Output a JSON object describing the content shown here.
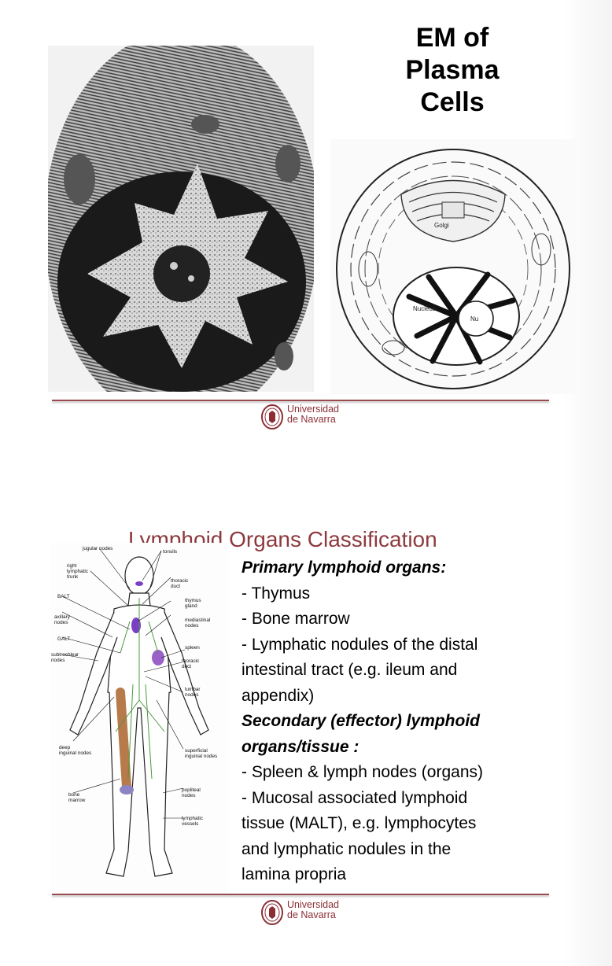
{
  "slide1": {
    "title_lines": [
      "EM of",
      "Plasma",
      "Cells"
    ],
    "drawing_labels": {
      "golgi": "Golgi",
      "nucleus": "Nucleus",
      "nucleolus": "Nu"
    },
    "logo": {
      "line1": "Universidad",
      "line2": "de Navarra"
    }
  },
  "slide2": {
    "title": "Lymphoid Organs Classification",
    "diagram_labels": {
      "jugular": "jugular nodes",
      "tonsils": "tonsils",
      "right_trunk_1": "right",
      "right_trunk_2": "lymphatic",
      "right_trunk_3": "trunk",
      "thoracic_duct_1": "thoracic",
      "thoracic_duct_2": "duct",
      "balt": "BALT",
      "thymus_1": "thymus",
      "thymus_2": "gland",
      "axillary_1": "axillary",
      "axillary_2": "nodes",
      "mediastinal_1": "mediastinal",
      "mediastinal_2": "nodes",
      "galt": "GALT",
      "spleen": "spleen",
      "subtrochlear_1": "subtrochlear",
      "subtrochlear_2": "nodes",
      "thoracic_duct2_1": "thoracic",
      "thoracic_duct2_2": "duct",
      "lumbar_1": "lumbar",
      "lumbar_2": "nodes",
      "deep_1": "deep",
      "deep_2": "inguinal nodes",
      "superficial_1": "superficial",
      "superficial_2": "inguinal nodes",
      "bone_1": "bone",
      "bone_2": "marrow",
      "popliteal_1": "popliteal",
      "popliteal_2": "nodes",
      "lymphatic_1": "lymphatic",
      "lymphatic_2": "vessels"
    },
    "lines": [
      {
        "text": "Primary lymphoid organs:",
        "style": "heading"
      },
      {
        "text": "- Thymus",
        "style": "normal"
      },
      {
        "text": "- Bone marrow",
        "style": "normal"
      },
      {
        "text": "- Lymphatic nodules of the distal",
        "style": "normal"
      },
      {
        "text": "intestinal tract (e.g. ileum and",
        "style": "normal"
      },
      {
        "text": "appendix)",
        "style": "normal"
      },
      {
        "text": "Secondary (effector) lymphoid",
        "style": "heading"
      },
      {
        "text": "organs/tissue :",
        "style": "heading"
      },
      {
        "text": "- Spleen & lymph nodes (organs)",
        "style": "normal"
      },
      {
        "text": "- Mucosal associated lymphoid",
        "style": "normal"
      },
      {
        "text": "tissue (MALT), e.g. lymphocytes",
        "style": "normal"
      },
      {
        "text": "and lymphatic nodules in the",
        "style": "normal"
      },
      {
        "text": "lamina propria",
        "style": "normal"
      }
    ],
    "logo": {
      "line1": "Universidad",
      "line2": "de Navarra"
    }
  },
  "colors": {
    "brand": "#8b2f35",
    "rule": "#9b4a4f",
    "title": "#8d3a3f"
  }
}
